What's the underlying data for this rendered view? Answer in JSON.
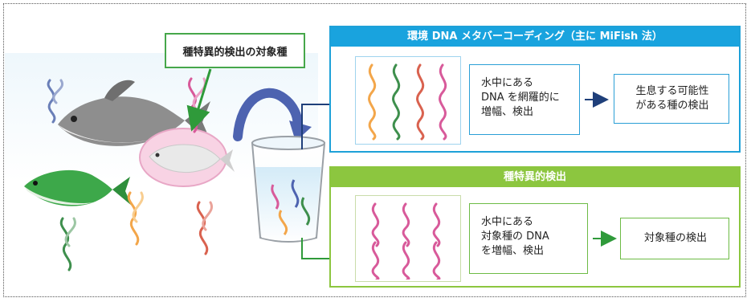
{
  "callout": {
    "label": "種特異的検出の対象種"
  },
  "metabarcoding": {
    "title": "環境 DNA メタバーコーディング（主に MiFish 法）",
    "process_lines": [
      "水中にある",
      "DNA を網羅的に",
      "増幅、検出"
    ],
    "result_lines": [
      "生息する可能性",
      "がある種の検出"
    ],
    "color": "#19a3de"
  },
  "specific": {
    "title": "種特異的検出",
    "process_lines": [
      "水中にある",
      "対象種の DNA",
      "を増幅、検出"
    ],
    "result": "対象種の検出",
    "color": "#8cc63f"
  },
  "icons": [
    "fish-icon",
    "dna-icon",
    "cup-icon",
    "arrow-icon"
  ],
  "colors": {
    "blue": "#19a3de",
    "green": "#8cc63f",
    "pink": "#f6c8dc"
  }
}
